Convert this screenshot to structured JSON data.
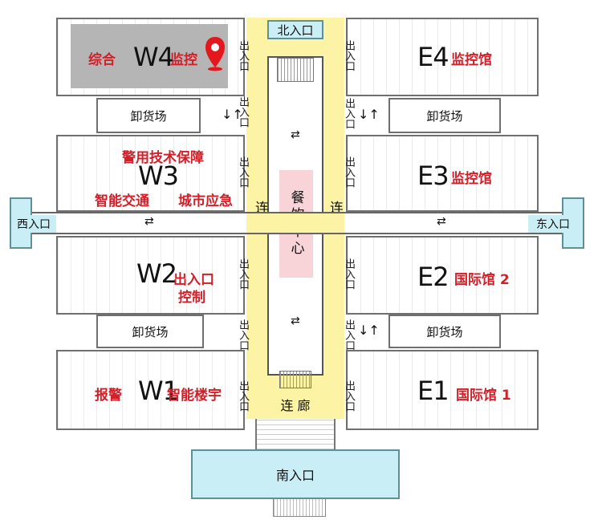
{
  "halls": {
    "w4": {
      "code": "W4",
      "left": "综合",
      "right": "监控"
    },
    "w3": {
      "code": "W3",
      "line1": "警用技术保障",
      "line2a": "智能交通",
      "line2b": "城市应急"
    },
    "w2": {
      "code": "W2",
      "line1": "出入口",
      "line2": "控制"
    },
    "w1": {
      "code": "W1",
      "left": "报警",
      "right": "智能楼宇"
    },
    "e4": {
      "code": "E4",
      "name": "监控馆"
    },
    "e3": {
      "code": "E3",
      "name": "监控馆"
    },
    "e2": {
      "code": "E2",
      "name": "国际馆 2"
    },
    "e1": {
      "code": "E1",
      "name": "国际馆 1"
    }
  },
  "entrances": {
    "north": "北入口",
    "south": "南入口",
    "west": "西入口",
    "east": "东入口"
  },
  "unloading": "卸货场",
  "exit_label": "出入口",
  "corridor": {
    "left": "连廊",
    "right": "连廊",
    "bottom": "连  廊"
  },
  "dining": "餐饮中心",
  "colors": {
    "corridor": "#fcf3a5",
    "entrance": "#c9eef6",
    "dining": "#f8d3d8",
    "highlight": "#b5b5b5",
    "red_text": "#d0202a",
    "pin": "#e3171c"
  },
  "icons": [
    "map-pin-icon",
    "arrow-left-right-icon",
    "arrow-up-down-icon"
  ]
}
